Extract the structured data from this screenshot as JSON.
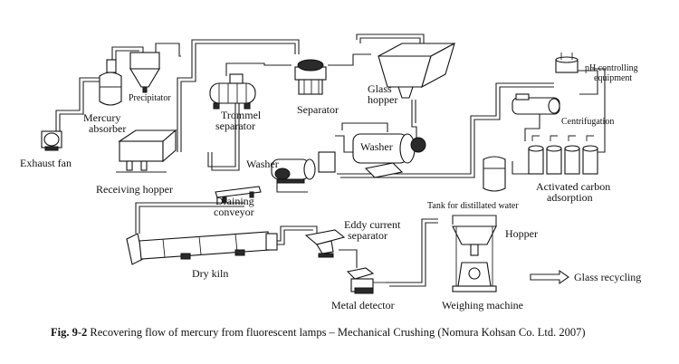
{
  "labels": {
    "exhaust_fan": "Exhaust fan",
    "mercury_absorber_1": "Mercury",
    "mercury_absorber_2": "absorber",
    "precipitator": "Precipitator",
    "trommel_1": "Trommel",
    "trommel_2": "separator",
    "separator": "Separator",
    "glass_hopper_1": "Glass",
    "glass_hopper_2": "hopper",
    "ph_1": "pH controlling",
    "ph_2": "equipment",
    "centrifugation": "Centrifugation",
    "washer_left": "Washer",
    "washer_right": "Washer",
    "receiving_hopper": "Receiving hopper",
    "draining_1": "Draining",
    "draining_2": "conveyor",
    "activated_1": "Activated carbon",
    "activated_2": "adsorption",
    "tank_distilled": "Tank for distillated water",
    "eddy_1": "Eddy current",
    "eddy_2": "separator",
    "hopper": "Hopper",
    "dry_kiln": "Dry kiln",
    "metal_detector": "Metal detector",
    "weighing_machine": "Weighing machine",
    "glass_recycling": "Glass recycling"
  },
  "caption": {
    "prefix": "Fig. 9-2",
    "text": " Recovering flow of mercury from fluorescent lamps – Mechanical Crushing (Nomura Kohsan Co. Ltd. 2007)"
  }
}
